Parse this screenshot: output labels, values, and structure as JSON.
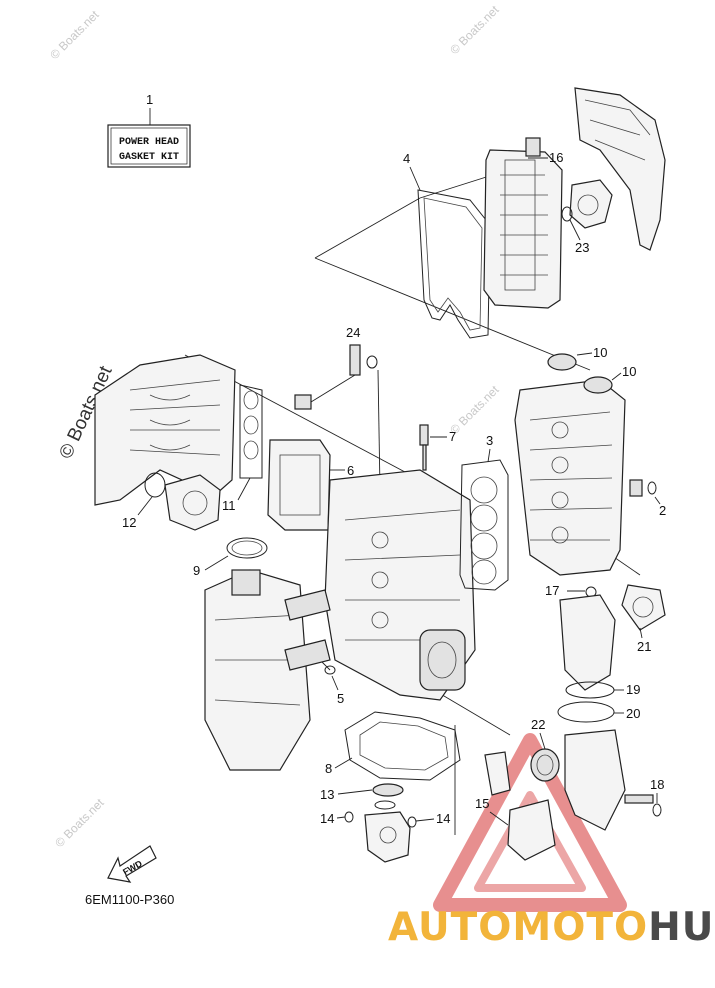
{
  "diagram": {
    "kit_label_line1": "POWER HEAD",
    "kit_label_line2": "GASKET KIT",
    "diagram_code": "6EM1100-P360",
    "fwd_label": "FWD",
    "watermarks": {
      "small": "© Boats.net",
      "side": "© Boats.net"
    },
    "brand": {
      "part1": "AUTOMOTO",
      "part2": "HUB",
      "color1": "#f2b43a",
      "color2": "#4a4a4a",
      "triangle_color": "#e06a6a"
    },
    "callouts": {
      "n1": "1",
      "n2": "2",
      "n3": "3",
      "n4": "4",
      "n5": "5",
      "n6": "6",
      "n7": "7",
      "n8": "8",
      "n9": "9",
      "n10a": "10",
      "n10b": "10",
      "n11": "11",
      "n12": "12",
      "n13": "13",
      "n14a": "14",
      "n14b": "14",
      "n15": "15",
      "n16": "16",
      "n17": "17",
      "n18": "18",
      "n19": "19",
      "n20": "20",
      "n21": "21",
      "n22": "22",
      "n23": "23",
      "n24": "24"
    }
  }
}
